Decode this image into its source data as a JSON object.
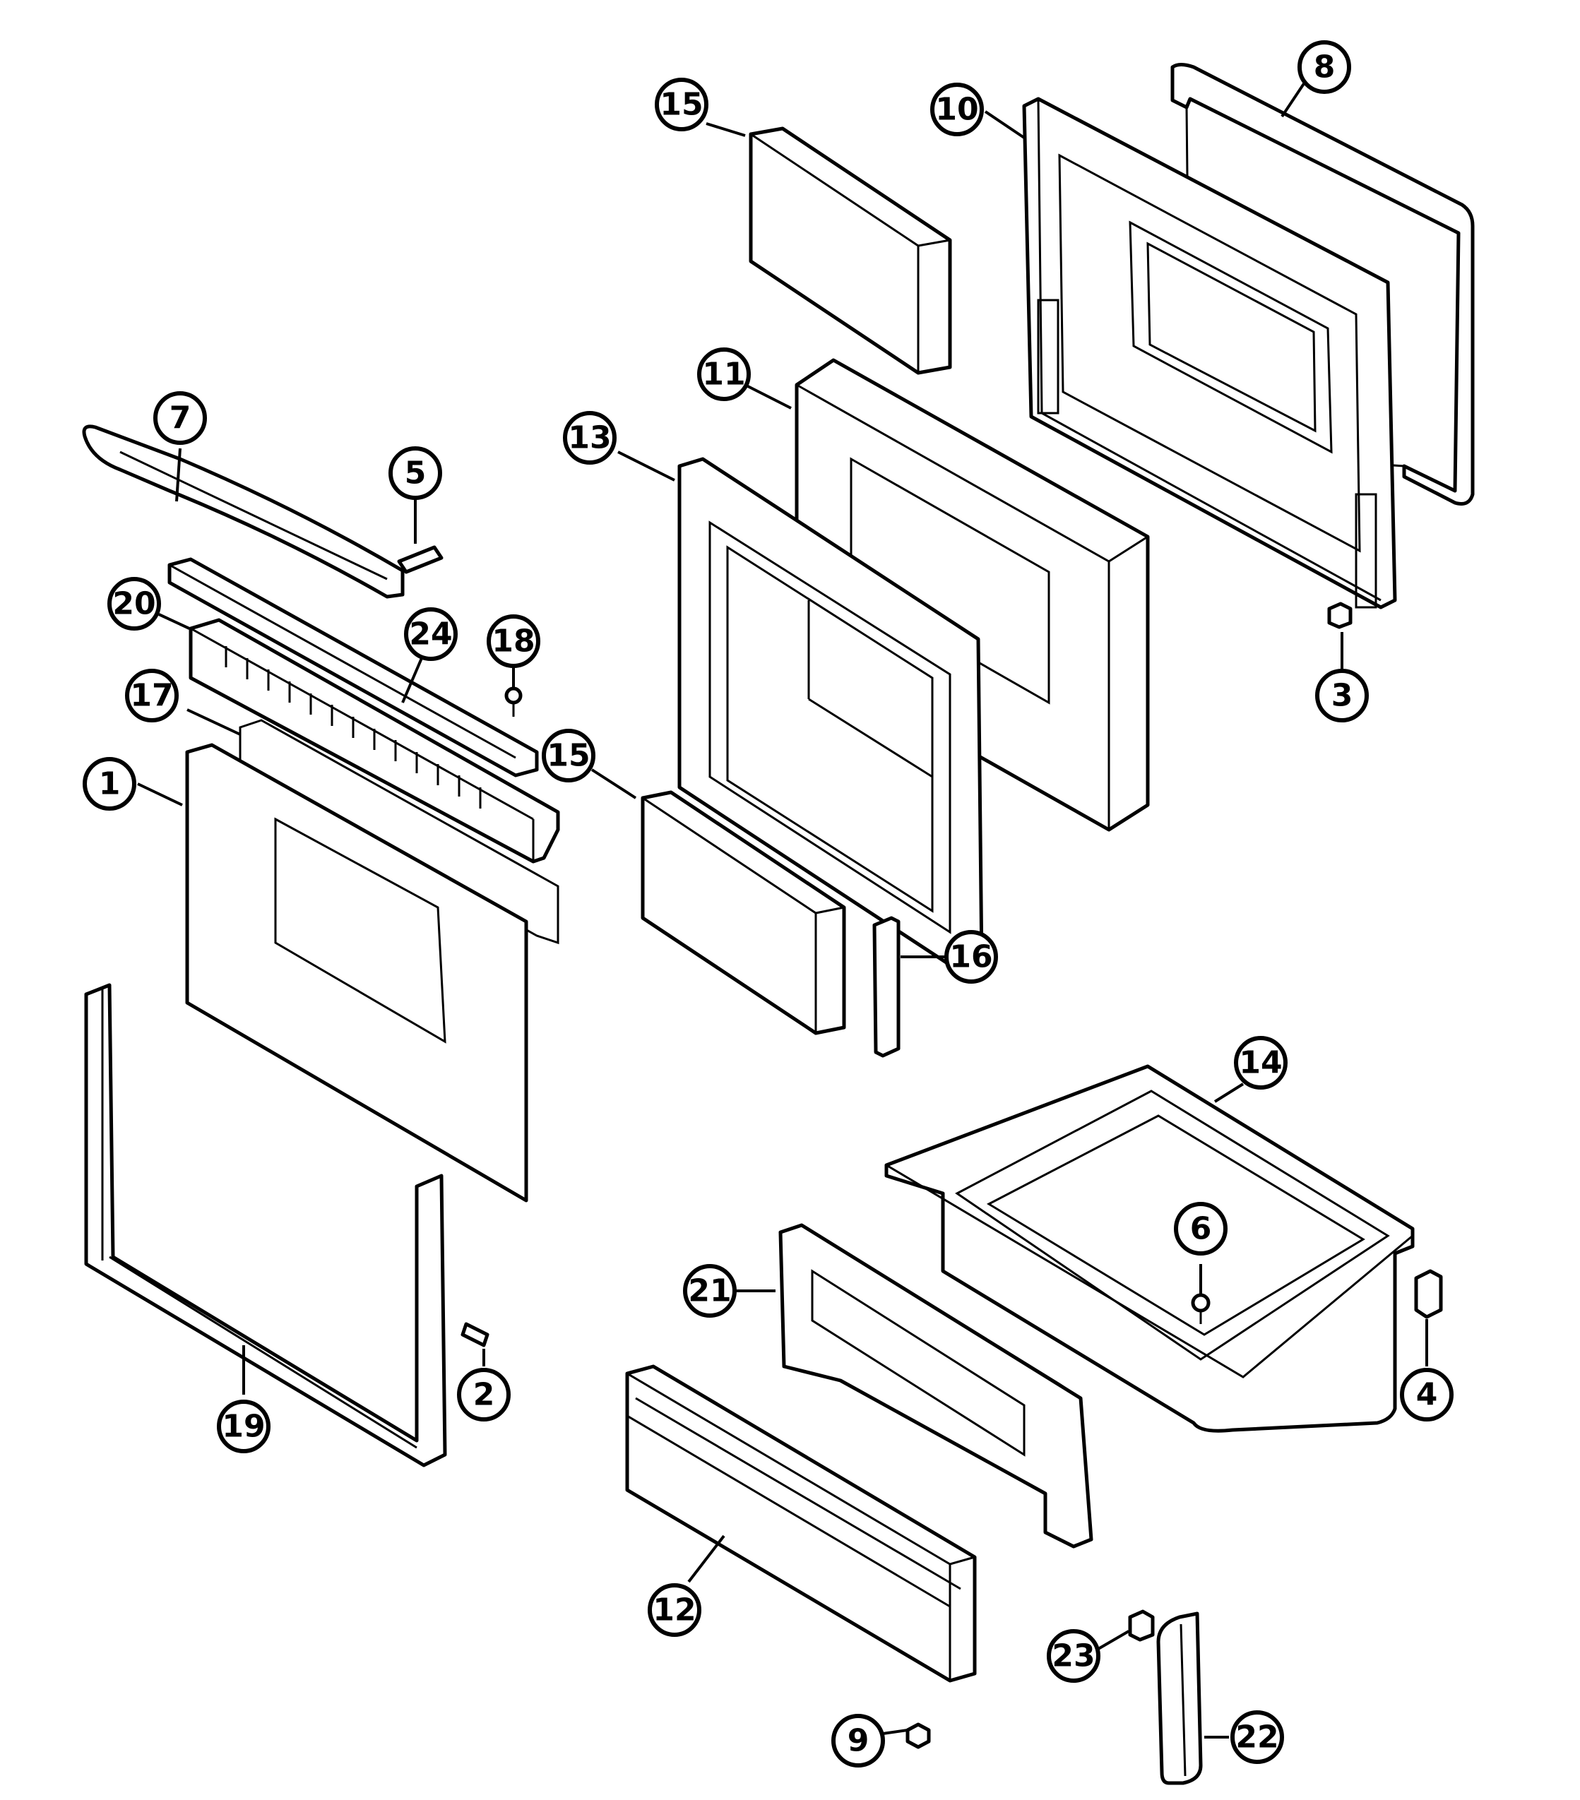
{
  "callouts": [
    {
      "label": "1",
      "part": "oven-door"
    },
    {
      "label": "2",
      "part": "screw"
    },
    {
      "label": "3",
      "part": "bumper"
    },
    {
      "label": "4",
      "part": "drawer-stop"
    },
    {
      "label": "5",
      "part": "handle-screw"
    },
    {
      "label": "6",
      "part": "drawer-screw"
    },
    {
      "label": "7",
      "part": "door-handle"
    },
    {
      "label": "8",
      "part": "door-gasket"
    },
    {
      "label": "9",
      "part": "nut"
    },
    {
      "label": "10",
      "part": "inner-door-panel"
    },
    {
      "label": "11",
      "part": "door-insulation"
    },
    {
      "label": "12",
      "part": "drawer-front"
    },
    {
      "label": "13",
      "part": "door-liner-frame"
    },
    {
      "label": "14",
      "part": "storage-drawer"
    },
    {
      "label": "15",
      "part": "glass-pane-upper"
    },
    {
      "label": "15",
      "part": "glass-pane-lower"
    },
    {
      "label": "16",
      "part": "door-hinge"
    },
    {
      "label": "17",
      "part": "door-glass-shield"
    },
    {
      "label": "18",
      "part": "vent-screw"
    },
    {
      "label": "19",
      "part": "door-frame"
    },
    {
      "label": "20",
      "part": "vent-trim"
    },
    {
      "label": "21",
      "part": "drawer-bracket"
    },
    {
      "label": "22",
      "part": "side-trim"
    },
    {
      "label": "23",
      "part": "trim-clip"
    },
    {
      "label": "24",
      "part": "vent-cover"
    }
  ]
}
